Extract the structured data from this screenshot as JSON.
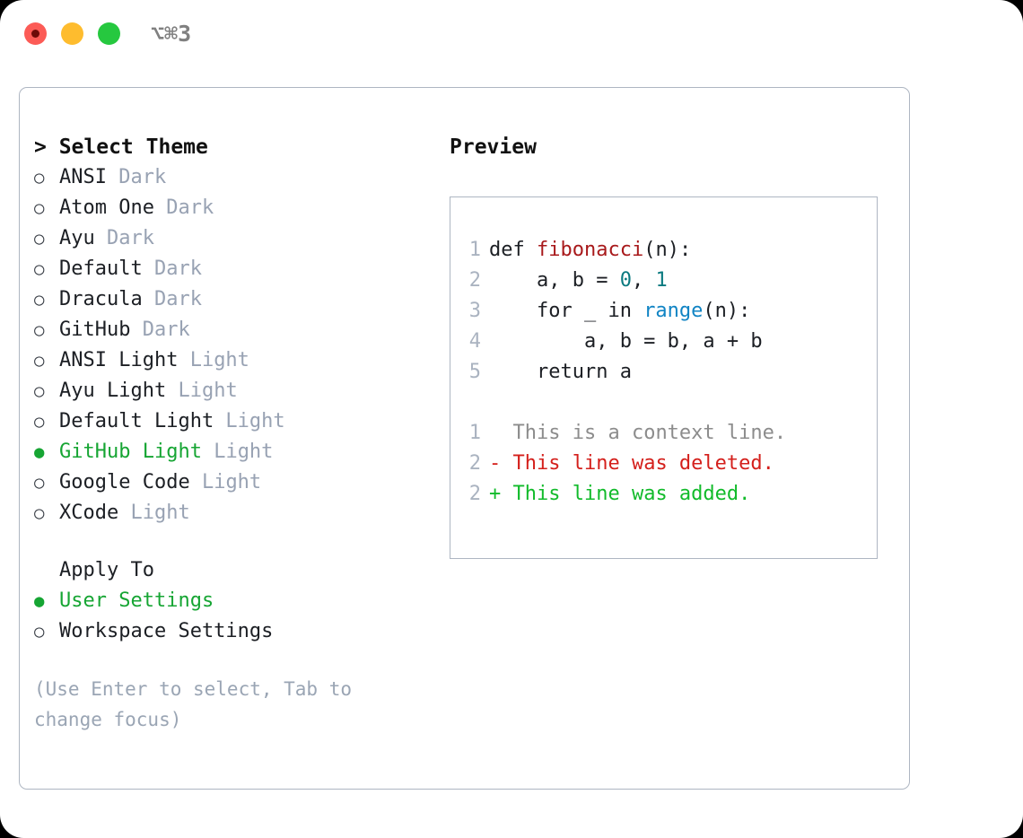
{
  "window": {
    "title": "⌥⌘3",
    "traffic_lights": [
      {
        "name": "close",
        "color": "#fc5b56"
      },
      {
        "name": "minimize",
        "color": "#febc2e"
      },
      {
        "name": "zoom",
        "color": "#26c83f"
      }
    ]
  },
  "left": {
    "header": "> Select Theme",
    "themes": [
      {
        "bullet": "○",
        "label": "ANSI",
        "kind": "Dark",
        "selected": false
      },
      {
        "bullet": "○",
        "label": "Atom One",
        "kind": "Dark",
        "selected": false
      },
      {
        "bullet": "○",
        "label": "Ayu",
        "kind": "Dark",
        "selected": false
      },
      {
        "bullet": "○",
        "label": "Default",
        "kind": "Dark",
        "selected": false
      },
      {
        "bullet": "○",
        "label": "Dracula",
        "kind": "Dark",
        "selected": false
      },
      {
        "bullet": "○",
        "label": "GitHub",
        "kind": "Dark",
        "selected": false
      },
      {
        "bullet": "○",
        "label": "ANSI Light",
        "kind": "Light",
        "selected": false
      },
      {
        "bullet": "○",
        "label": "Ayu Light",
        "kind": "Light",
        "selected": false
      },
      {
        "bullet": "○",
        "label": "Default Light",
        "kind": "Light",
        "selected": false
      },
      {
        "bullet": "●",
        "label": "GitHub Light",
        "kind": "Light",
        "selected": true
      },
      {
        "bullet": "○",
        "label": "Google Code",
        "kind": "Light",
        "selected": false
      },
      {
        "bullet": "○",
        "label": "XCode",
        "kind": "Light",
        "selected": false
      }
    ],
    "apply_to": {
      "header": "Apply To",
      "options": [
        {
          "bullet": "●",
          "label": "User Settings",
          "selected": true
        },
        {
          "bullet": "○",
          "label": "Workspace Settings",
          "selected": false
        }
      ]
    },
    "hint": "(Use Enter to select, Tab to change focus)"
  },
  "right": {
    "header": "Preview",
    "code_lines": [
      {
        "number": "1",
        "tokens": [
          {
            "text": "def ",
            "style": "plain"
          },
          {
            "text": "fibonacci",
            "style": "fn"
          },
          {
            "text": "(n):",
            "style": "plain"
          }
        ]
      },
      {
        "number": "2",
        "tokens": [
          {
            "text": "    a, b = ",
            "style": "plain"
          },
          {
            "text": "0",
            "style": "num"
          },
          {
            "text": ", ",
            "style": "plain"
          },
          {
            "text": "1",
            "style": "num"
          }
        ]
      },
      {
        "number": "3",
        "tokens": [
          {
            "text": "    for _ in ",
            "style": "plain"
          },
          {
            "text": "range",
            "style": "call"
          },
          {
            "text": "(n):",
            "style": "plain"
          }
        ]
      },
      {
        "number": "4",
        "tokens": [
          {
            "text": "        a, b = b, a + b",
            "style": "plain"
          }
        ]
      },
      {
        "number": "5",
        "tokens": [
          {
            "text": "    return a",
            "style": "plain"
          }
        ]
      }
    ],
    "diff_lines": [
      {
        "number": "1",
        "marker": "  ",
        "text": "This is a context line.",
        "style": "ctx"
      },
      {
        "number": "2",
        "marker": "- ",
        "text": "This line was deleted.",
        "style": "del"
      },
      {
        "number": "2",
        "marker": "+ ",
        "text": "This line was added.",
        "style": "add"
      }
    ]
  },
  "colors": {
    "accent_green": "#16a533",
    "muted": "#98a2b3",
    "border": "#aeb6c2",
    "diff_add": "#12bb2b",
    "diff_del": "#d4201c",
    "token_function": "#a8191b",
    "token_number": "#0b7a80",
    "token_call": "#1184c4"
  }
}
